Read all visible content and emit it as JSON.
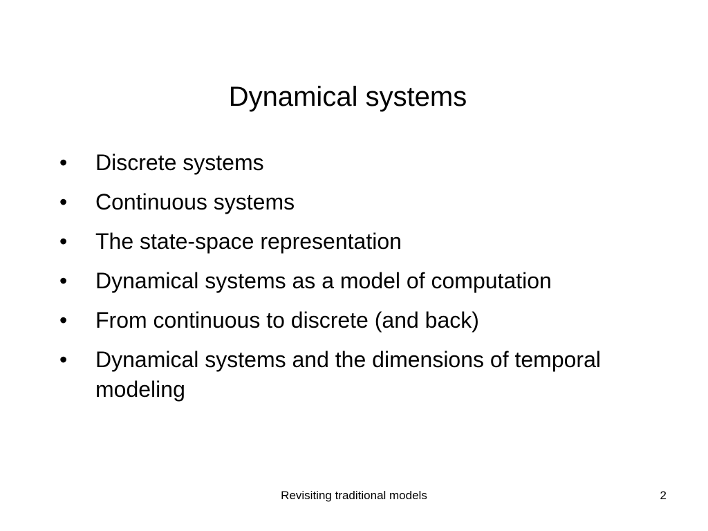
{
  "slide": {
    "title": "Dynamical systems",
    "bullet_symbol": "•",
    "bullets": [
      "Discrete systems",
      "Continuous systems",
      "The state-space representation",
      "Dynamical systems as a model of computation",
      "From continuous to discrete (and back)",
      "Dynamical systems and the dimensions of temporal modeling"
    ],
    "footer": {
      "center_text": "Revisiting traditional models",
      "page_number": "2"
    }
  }
}
